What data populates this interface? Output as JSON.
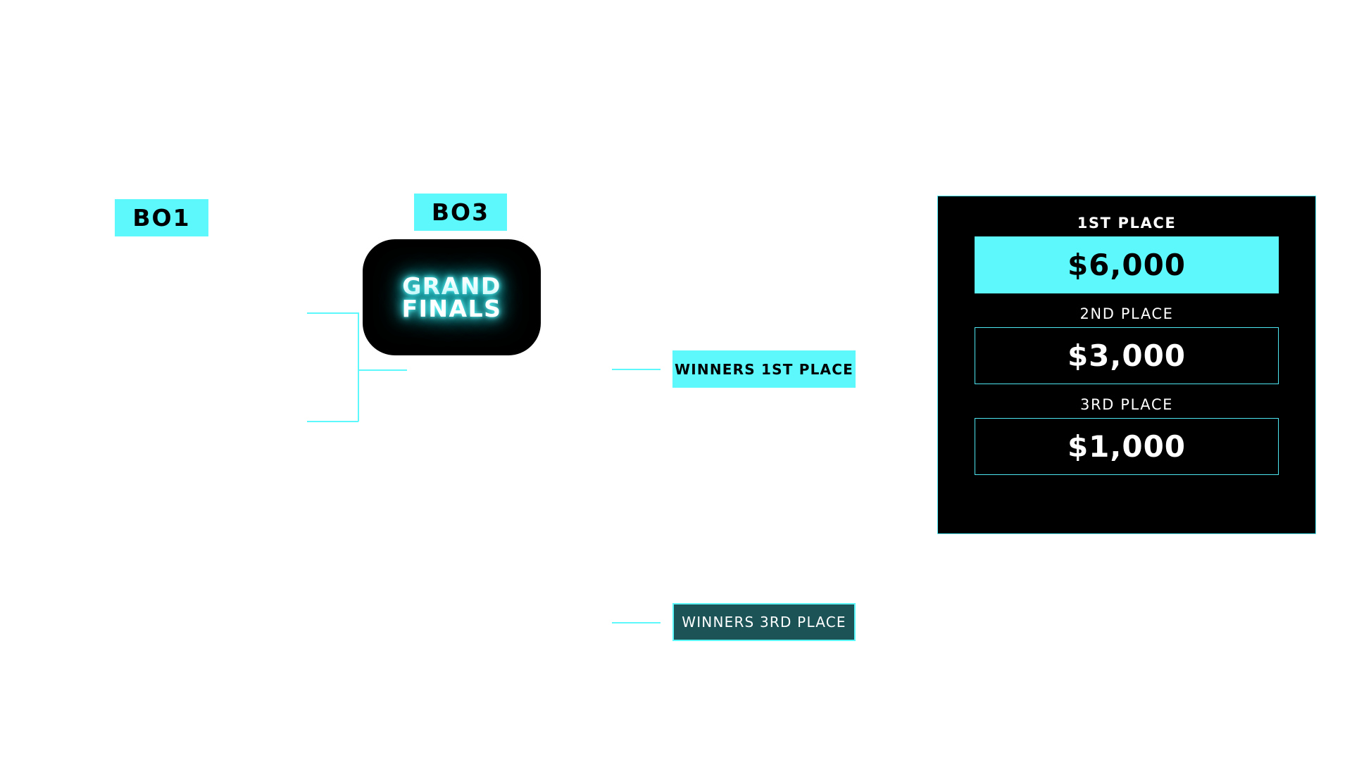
{
  "bracket": {
    "match_tags": [
      {
        "id": "bo1",
        "label": "BO1"
      },
      {
        "id": "bo3",
        "label": "BO3"
      }
    ],
    "grand_finals": {
      "label": "GRAND\nFINALS",
      "line1": "GRAND",
      "line2": "FINALS"
    },
    "placements": [
      {
        "id": "winners-1st",
        "label": "WINNERS 1ST PLACE",
        "style": "filled"
      },
      {
        "id": "winners-3rd",
        "label": "WINNERS 3RD PLACE",
        "style": "outlined"
      }
    ]
  },
  "prize_panel": {
    "rows": [
      {
        "place": "1ST PLACE",
        "amount": "$6,000",
        "style": "filled"
      },
      {
        "place": "2ND PLACE",
        "amount": "$3,000",
        "style": "outlined"
      },
      {
        "place": "3RD PLACE",
        "amount": "$1,000",
        "style": "outlined"
      }
    ]
  },
  "colors": {
    "accent_cyan": "#5CF8FB",
    "border_cyan": "#4ee6f0",
    "panel_black": "#000000",
    "teal_fill": "#1C5357",
    "page_background": "#ffffff",
    "text_white": "#ffffff",
    "text_black": "#000000"
  }
}
